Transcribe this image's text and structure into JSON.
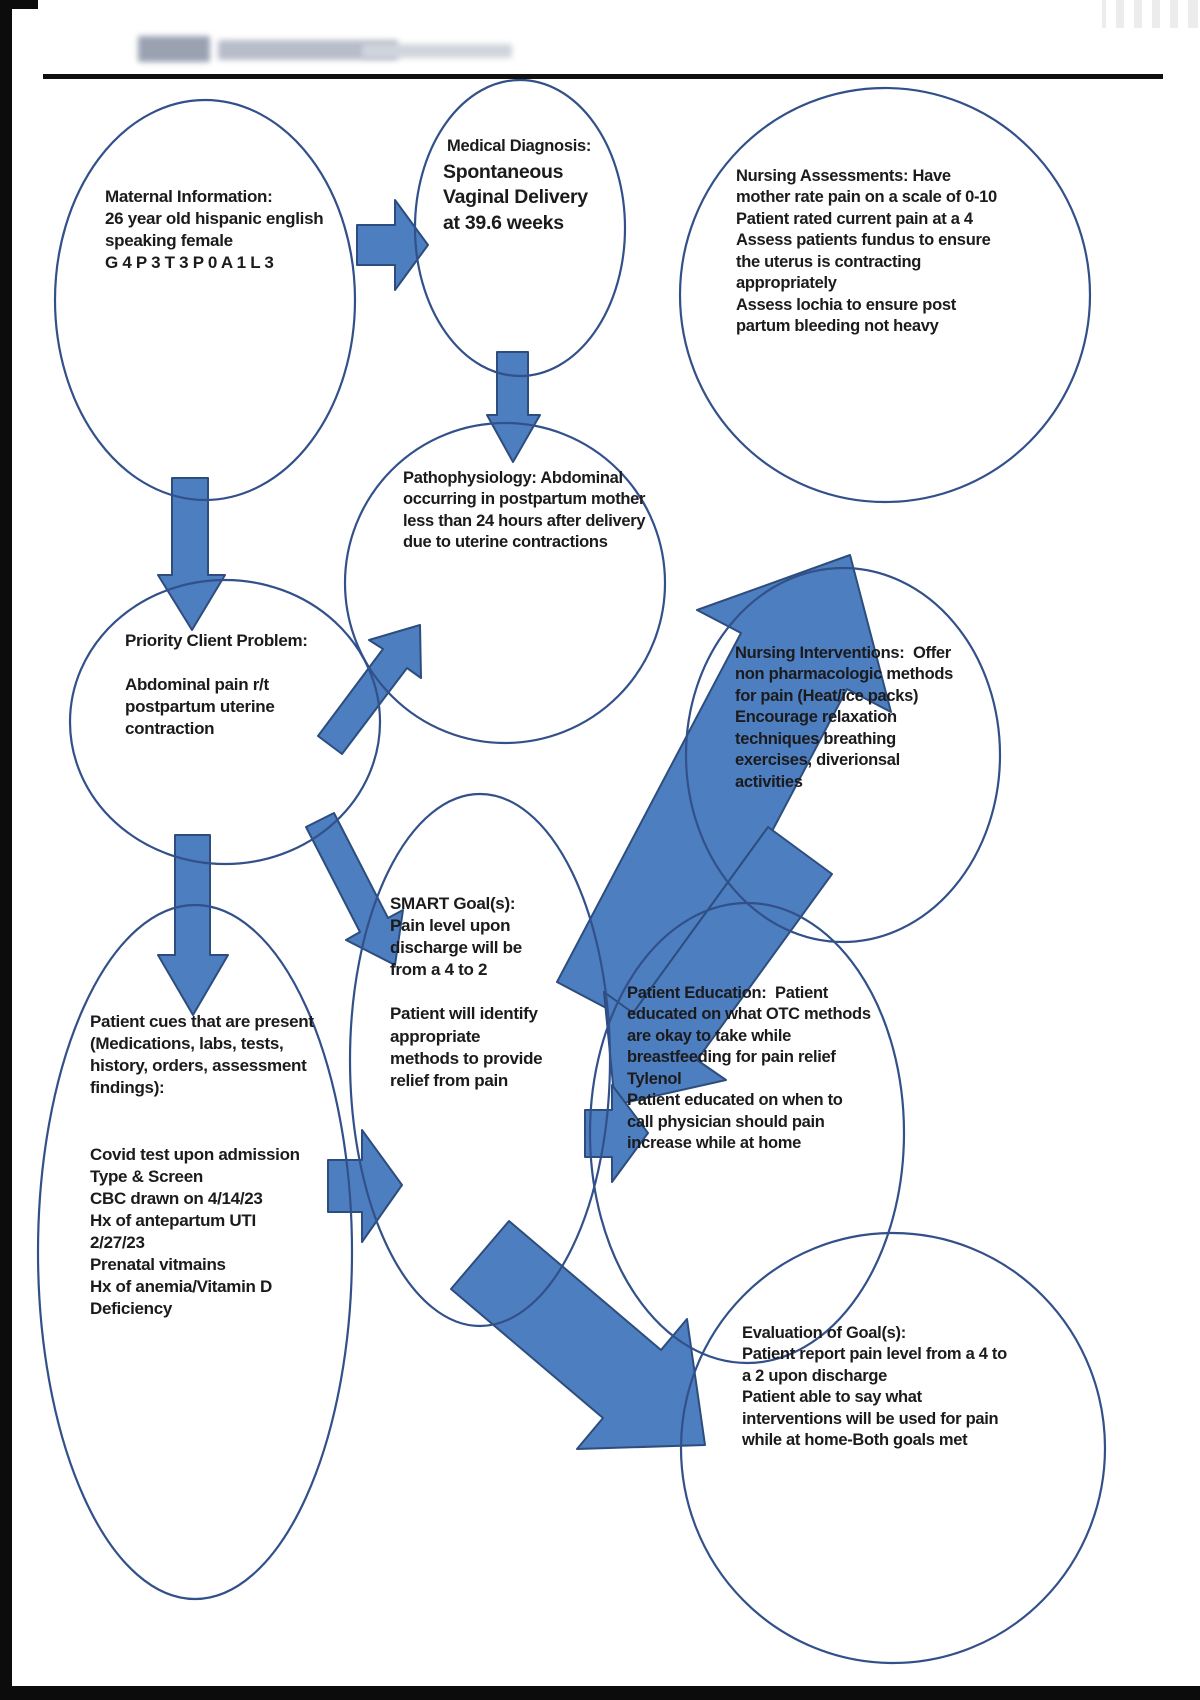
{
  "colors": {
    "arrow_fill": "#4d7ebf",
    "arrow_stroke": "#2c4d7e",
    "ellipse_stroke": "#32508a",
    "text": "#1b1b1d",
    "rule": "#101010"
  },
  "nodes": {
    "maternal_information": {
      "text": "Maternal Information:\n26 year old hispanic english\nspeaking female\nG 4 P 3 T 3 P 0 A 1 L 3"
    },
    "medical_diagnosis": {
      "label": "Medical Diagnosis:",
      "text": "Spontaneous\nVaginal Delivery\nat 39.6 weeks"
    },
    "nursing_assessments": {
      "text": "Nursing Assessments: Have\nmother rate pain on a scale of 0-10\nPatient rated current pain at a 4\nAssess patients fundus to ensure\nthe uterus is contracting\nappropriately\nAssess lochia to ensure post\npartum bleeding not heavy"
    },
    "pathophysiology": {
      "text": "Pathophysiology: Abdominal\noccurring in postpartum mother\nless than 24 hours after delivery\ndue to uterine contractions"
    },
    "priority_client_problem": {
      "text": "Priority Client Problem:\n\nAbdominal pain r/t\npostpartum uterine\ncontraction"
    },
    "nursing_interventions": {
      "text": "Nursing Interventions:  Offer\nnon pharmacologic methods\nfor pain (Heat/ice packs)\nEncourage relaxation\ntechniques breathing\nexercises, diverionsal\nactivities"
    },
    "smart_goals": {
      "text": "SMART Goal(s):\nPain level upon\ndischarge will be\nfrom a 4 to 2\n\nPatient will identify\nappropriate\nmethods to provide\nrelief from pain"
    },
    "patient_cues": {
      "text": "Patient cues that are present\n(Medications, labs, tests,\nhistory, orders, assessment\nfindings):\n\n\nCovid test upon admission\nType & Screen\nCBC drawn on 4/14/23\nHx of antepartum UTI\n2/27/23\nPrenatal vitmains\nHx of anemia/Vitamin D\nDeficiency"
    },
    "patient_education": {
      "text": "Patient Education:  Patient\neducated on what OTC methods\nare okay to take while\nbreastfeeding for pain relief\nTylenol\nPatient educated on when to\ncall physician should pain\nincrease while at home"
    },
    "evaluation_of_goals": {
      "text": "Evaluation of Goal(s):\nPatient report pain level from a 4 to\na 2 upon discharge\nPatient able to say what\ninterventions will be used for pain\nwhile at home-Both goals met"
    }
  },
  "arrows": {
    "maternal_to_diagnosis": {
      "from": "maternal_information",
      "to": "medical_diagnosis"
    },
    "diagnosis_to_pathophysiology": {
      "from": "medical_diagnosis",
      "to": "pathophysiology"
    },
    "maternal_to_priority": {
      "from": "maternal_information",
      "to": "priority_client_problem"
    },
    "priority_to_pathophysiology": {
      "from": "priority_client_problem",
      "to": "pathophysiology"
    },
    "priority_to_patient_cues": {
      "from": "priority_client_problem",
      "to": "patient_cues"
    },
    "priority_to_smart_goals": {
      "from": "priority_client_problem",
      "to": "smart_goals"
    },
    "patient_cues_to_smart_goals": {
      "from": "patient_cues",
      "to": "smart_goals"
    },
    "smart_goals_to_patient_education": {
      "from": "smart_goals",
      "to": "patient_education"
    },
    "pathophysiology_to_nursing_interventions": {
      "from": "pathophysiology",
      "to": "nursing_interventions",
      "style": "large"
    },
    "nursing_interventions_to_patient_education": {
      "from": "nursing_interventions",
      "to": "patient_education",
      "style": "large"
    },
    "smart_goals_to_evaluation": {
      "from": "smart_goals",
      "to": "evaluation_of_goals",
      "style": "large"
    }
  }
}
